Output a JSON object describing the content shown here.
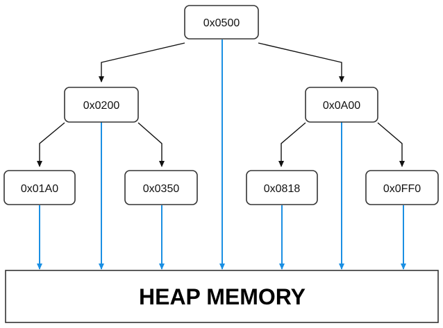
{
  "nodes": {
    "root": "0x0500",
    "left": "0x0200",
    "right": "0x0A00",
    "left_left": "0x01A0",
    "left_right": "0x0350",
    "right_left": "0x0818",
    "right_right": "0x0FF0"
  },
  "heap": {
    "label": "HEAP MEMORY"
  },
  "colors": {
    "pointer_link": "#1a8fe3",
    "tree_edge": "#111111",
    "box_border": "#333333"
  }
}
